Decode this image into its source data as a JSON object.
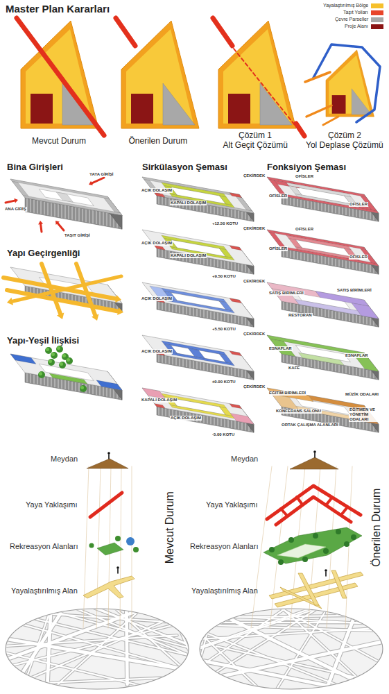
{
  "diagram": {
    "title": "Master Plan Kararları",
    "labels": [
      "Mevcut Durum",
      "Önerilen Durum",
      "Çözüm 1",
      "Alt Geçit Çözümü",
      "Çözüm 2",
      "Yol Deplase Çözümü",
      "Bina Girişleri",
      "Yapı Geçirgenliği",
      "Yapı-Yeşil İlişkisi",
      "Sirkülasyon Şeması",
      "Fonksiyon Şeması",
      "YAYA GİRİŞİ",
      "ANA GİRİŞ",
      "TAŞIT GİRİŞİ",
      "ÇEKİRDEK",
      "AÇIK DOLAŞIM",
      "KAPALI DOLAŞIM",
      "+12.50 KOTU",
      "ÇEKİRDEK",
      "AÇIK DOLAŞIM",
      "KAPALI DOLAŞIM",
      "+9.50 KOTU",
      "ÇEKİRDEK",
      "AÇIK DOLAŞIM",
      "+5.50 KOTU",
      "ÇEKİRDEK",
      "AÇIK DOLAŞIM",
      "±0.00 KOTU",
      "ÇEKİRDEK",
      "KAPALI DOLAŞIM",
      "AÇIK DOLAŞIM",
      "-5.00 KOTU",
      "OFİSLER",
      "OFİSLER",
      "OFİSLER",
      "OFİSLER",
      "OFİSLER",
      "OFİSLER",
      "SATIŞ BİRİMLERİ",
      "SATIŞ BİRİMLERİ",
      "RESTORAN",
      "ESNAFLAR",
      "ESNAFLAR",
      "KAFE",
      "EĞİTİM BİRİMLERİ",
      "MÜZİK ODALARI",
      "KONFERANS SALONU",
      "EĞİTMEN VE YÖNETİM ODALARI",
      "ORTAK ÇALIŞMA ALANLARI",
      "Meydan",
      "Yaya Yaklaşımı",
      "Rekreasyon Alanları",
      "Yayalaştırılmış Alan",
      "Mevcut Durum",
      "Meydan",
      "Yaya Yaklaşımı",
      "Rekreasyon Alanları",
      "Yayalaştırılmış Alan",
      "Önerilen Durum"
    ],
    "legend": [
      {
        "text": "Yayalaştırılmış Bölge",
        "color": "#f6c02c"
      },
      {
        "text": "Taşıt Yolları",
        "color": "#e8452a"
      },
      {
        "text": "Çevre Parseller",
        "color": "#a8a8a8"
      },
      {
        "text": "Proje Alanı",
        "color": "#8b1515"
      }
    ]
  }
}
